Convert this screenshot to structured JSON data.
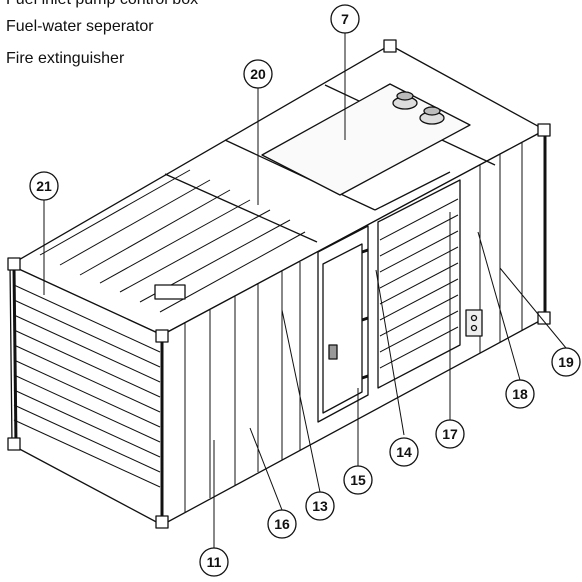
{
  "captions": [
    "Fuel inlet pump control box",
    "Fuel-water seperator",
    "Fire extinguisher"
  ],
  "callouts": {
    "c7": "7",
    "c20": "20",
    "c21": "21",
    "c11": "11",
    "c16": "16",
    "c13": "13",
    "c15": "15",
    "c14": "14",
    "c17": "17",
    "c18": "18",
    "c19": "19"
  }
}
